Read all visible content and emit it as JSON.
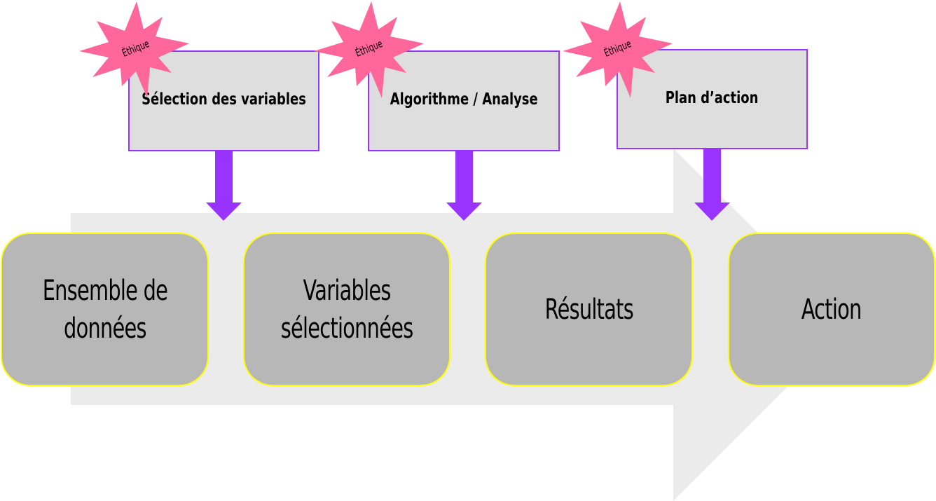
{
  "diagram": {
    "colors": {
      "flow_band": "#ebebeb",
      "stage_fill": "#b7b7b7",
      "stage_border": "#ffff00",
      "step_fill": "#dedede",
      "step_border": "#9933ff",
      "arrow": "#9933ff",
      "star": "#ff6699"
    },
    "stages": [
      {
        "label": "Ensemble de\ndonnées"
      },
      {
        "label": "Variables\nsélectionnées"
      },
      {
        "label": "Résultats"
      },
      {
        "label": "Action"
      }
    ],
    "steps": [
      {
        "label": "Sélection  des variables",
        "badge": "Éthique"
      },
      {
        "label": "Algorithme  / Analyse",
        "badge": "Éthique"
      },
      {
        "label": "Plan d’action",
        "badge": "Éthique"
      }
    ]
  }
}
